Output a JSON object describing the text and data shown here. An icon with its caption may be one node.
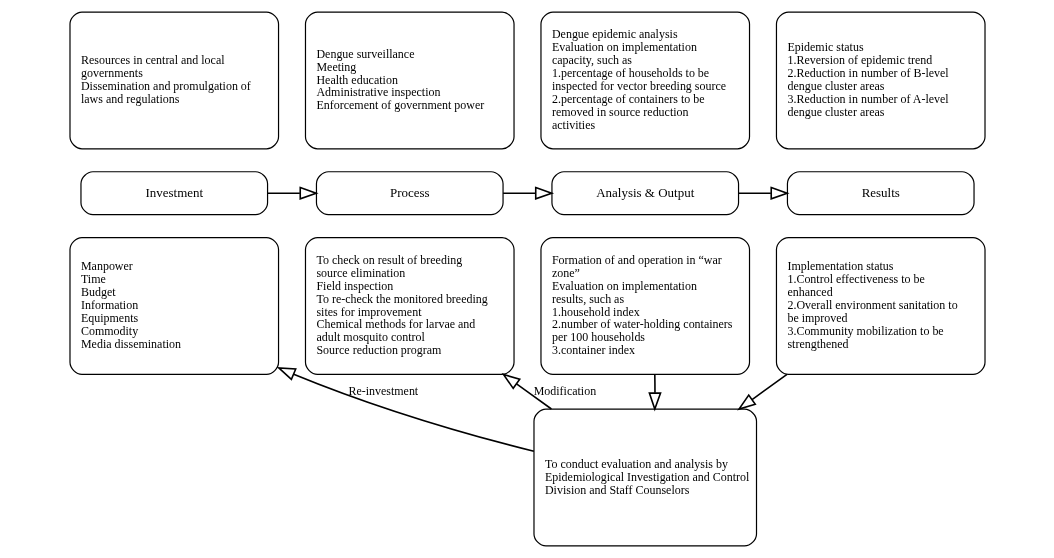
{
  "diagram": {
    "nodes": [
      {
        "text": [
          "Resources in central and local governments",
          "Dissemination and promulgation of laws and regulations"
        ]
      },
      {
        "text": [
          "Investment"
        ]
      },
      {
        "text": [
          "Manpower",
          "Time",
          "Budget",
          "Information",
          "Equipments",
          "Commodity",
          "Media dissemination"
        ]
      },
      {
        "text": [
          "Dengue surveillance",
          "Meeting",
          "Health education",
          "Administrative inspection",
          "Enforcement of government power"
        ]
      },
      {
        "text": [
          "Process"
        ]
      },
      {
        "text": [
          "To check on result of breeding source elimination",
          "Field inspection",
          "To re-check the monitored breeding sites for improvement",
          "Chemical methods for larvae and adult mosquito control",
          "Source reduction program"
        ]
      },
      {
        "text": [
          "Dengue epidemic analysis",
          "Evaluation on implementation capacity, such as",
          "1.percentage of households to be inspected for vector breeding source",
          "2.percentage of containers to be removed in source reduction activities"
        ]
      },
      {
        "text": [
          "Analysis & Output"
        ]
      },
      {
        "text": [
          "Formation of and operation in “war zone”",
          "Evaluation on implementation results, such as",
          "1.household index",
          "2.number of water-holding containers per 100 households",
          "3.container index"
        ]
      },
      {
        "text": [
          "Epidemic status",
          "1.Reversion of epidemic trend",
          "2.Reduction in number of B-level dengue cluster areas",
          "3.Reduction in number of A-level dengue cluster areas"
        ]
      },
      {
        "text": [
          "Results"
        ]
      },
      {
        "text": [
          "Implementation status",
          "1.Control effectiveness to be enhanced",
          "2.Overall environment sanitation to be improved",
          "3.Community mobilization to be strengthened"
        ]
      },
      {
        "text": [
          "To conduct evaluation and analysis by Epidemiological Investigation and Control Division and Staff Counselors"
        ]
      }
    ],
    "edges": [
      {
        "from": 1,
        "to": 4,
        "arrow": "to"
      },
      {
        "from": 4,
        "to": 7,
        "arrow": "to"
      },
      {
        "from": 7,
        "to": 10,
        "arrow": "to"
      },
      {
        "from": 8,
        "to": 12,
        "arrow": "to"
      },
      {
        "from": 11,
        "to": 12,
        "arrow": "to"
      },
      {
        "from": 12,
        "to": 2,
        "arrow": "to",
        "label": "Re-investment"
      },
      {
        "from": 12,
        "to": 5,
        "arrow": "to",
        "label": "Modification"
      }
    ]
  }
}
